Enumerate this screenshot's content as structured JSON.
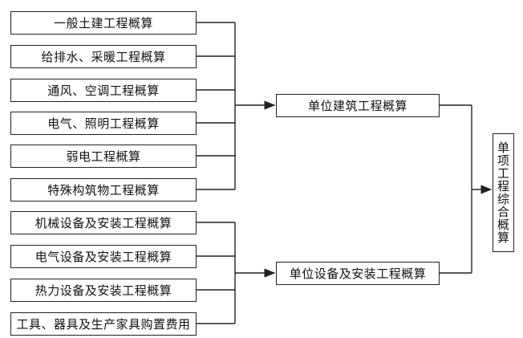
{
  "left_group_1": [
    "一般土建工程概算",
    "给排水、采暖工程概算",
    "通风、空调工程概算",
    "电气、照明工程概算",
    "弱电工程概算",
    "特殊构筑物工程概算"
  ],
  "left_group_2": [
    "机械设备及安装工程概算",
    "电气设备及安装工程概算",
    "热力设备及安装工程概算",
    "工具、器具及生产家具购置费用"
  ],
  "middle": {
    "building": "单位建筑工程概算",
    "equipment": "单位设备及安装工程概算"
  },
  "right": {
    "total": "单项工程综合概算"
  }
}
